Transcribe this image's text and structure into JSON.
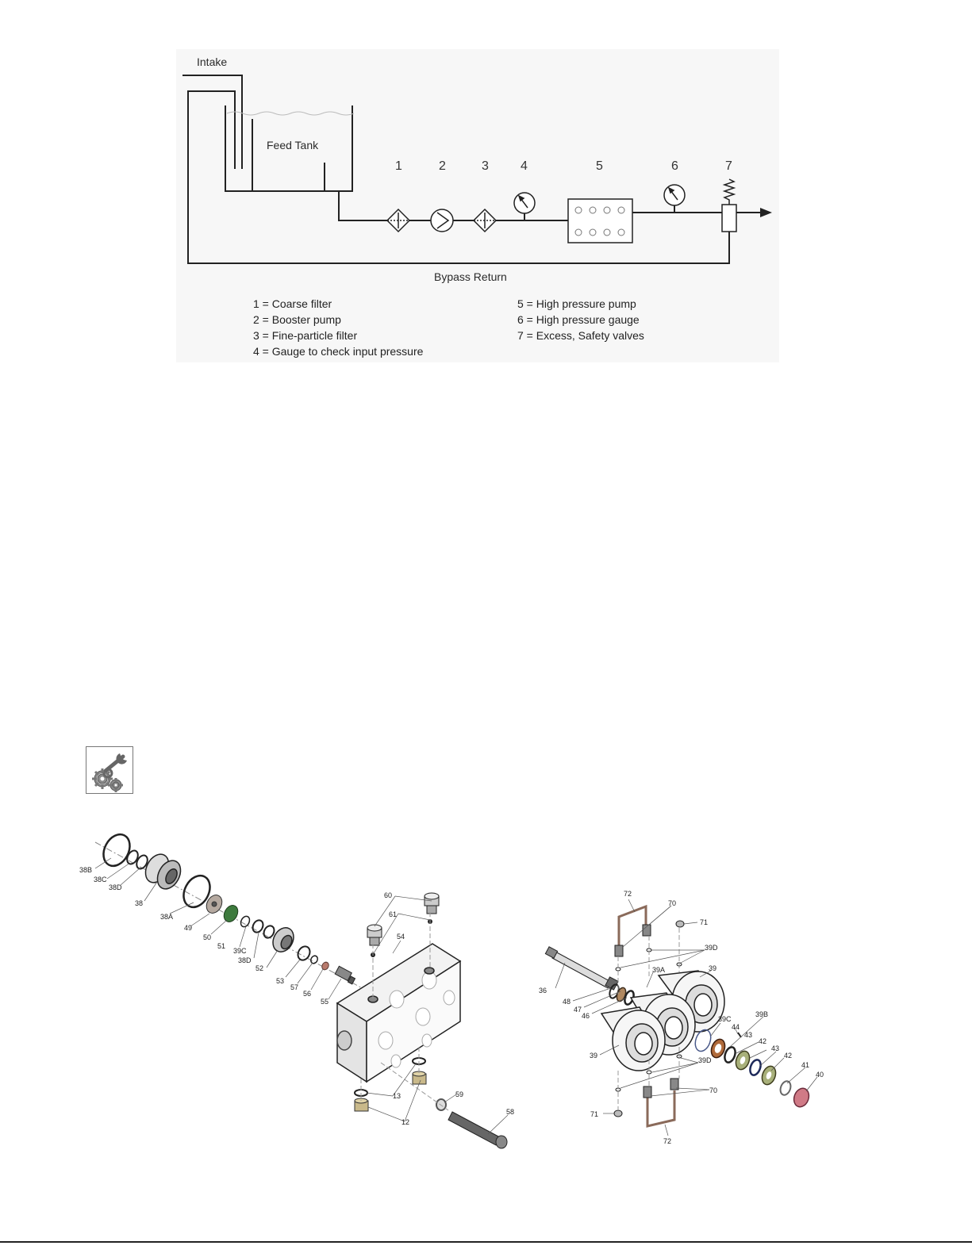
{
  "schematic": {
    "labels": {
      "intake": "Intake",
      "feed_tank": "Feed Tank",
      "bypass_return": "Bypass Return"
    },
    "stage_numbers": [
      "1",
      "2",
      "3",
      "4",
      "5",
      "6",
      "7"
    ],
    "legend": [
      "1 = Coarse filter",
      "2 = Booster pump",
      "3 = Fine-particle filter",
      "4 = Gauge to check input pressure",
      "5 = High pressure pump",
      "6 = High pressure gauge",
      "7 = Excess, Safety valves"
    ]
  },
  "service_icon": "wrench-gears-icon",
  "exploded_views": {
    "manifold_callouts": [
      "38B",
      "38C",
      "38D",
      "38",
      "38A",
      "49",
      "50",
      "51",
      "39C",
      "38D",
      "52",
      "53",
      "57",
      "56",
      "55",
      "60",
      "61",
      "54",
      "13",
      "12",
      "59",
      "58"
    ],
    "cylinder_callouts": [
      "72",
      "70",
      "71",
      "39D",
      "36",
      "39A",
      "39",
      "48",
      "47",
      "46",
      "39C",
      "44",
      "39B",
      "43",
      "42",
      "43",
      "42",
      "41",
      "40",
      "39",
      "39D",
      "70",
      "71",
      "72"
    ]
  }
}
